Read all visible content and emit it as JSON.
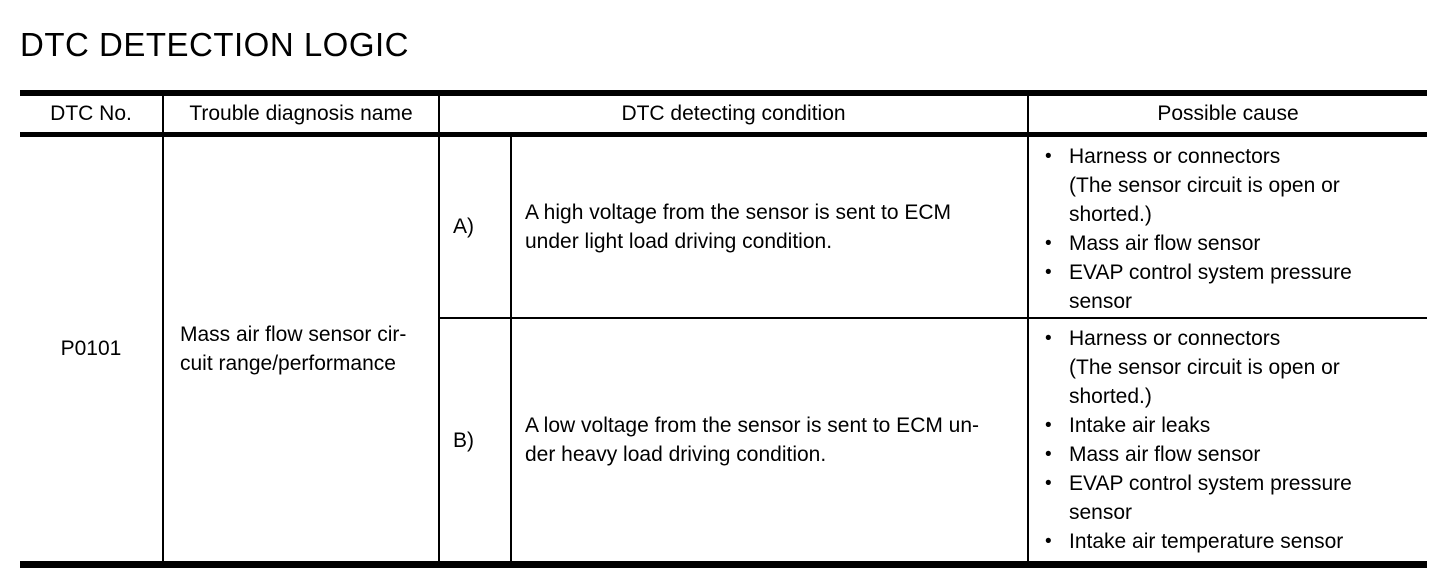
{
  "page": {
    "title": "DTC DETECTION LOGIC"
  },
  "colors": {
    "text": "#000000",
    "border": "#000000",
    "background": "#ffffff"
  },
  "table": {
    "bullet": "•",
    "headers": {
      "dtc_no": "DTC No.",
      "trouble_diagnosis_name": "Trouble diagnosis name",
      "dtc_detecting_condition": "DTC detecting condition",
      "possible_cause": "Possible cause"
    },
    "rows": [
      {
        "dtc_no": "P0101",
        "trouble_diagnosis_name": "Mass air flow sensor cir-\ncuit range/performance",
        "conditions": [
          {
            "label": "A)",
            "text": "A high voltage from the sensor is sent to ECM\nunder light load driving condition.",
            "causes": [
              "Harness or connectors\n(The sensor circuit is open or\nshorted.)",
              "Mass air flow sensor",
              "EVAP control system pressure\nsensor"
            ]
          },
          {
            "label": "B)",
            "text": "A low voltage from the sensor is sent to ECM un-\nder heavy load driving condition.",
            "causes": [
              "Harness or connectors\n(The sensor circuit is open or\nshorted.)",
              "Intake air leaks",
              "Mass air flow sensor",
              "EVAP control system pressure\nsensor",
              "Intake air temperature sensor"
            ]
          }
        ]
      }
    ]
  }
}
